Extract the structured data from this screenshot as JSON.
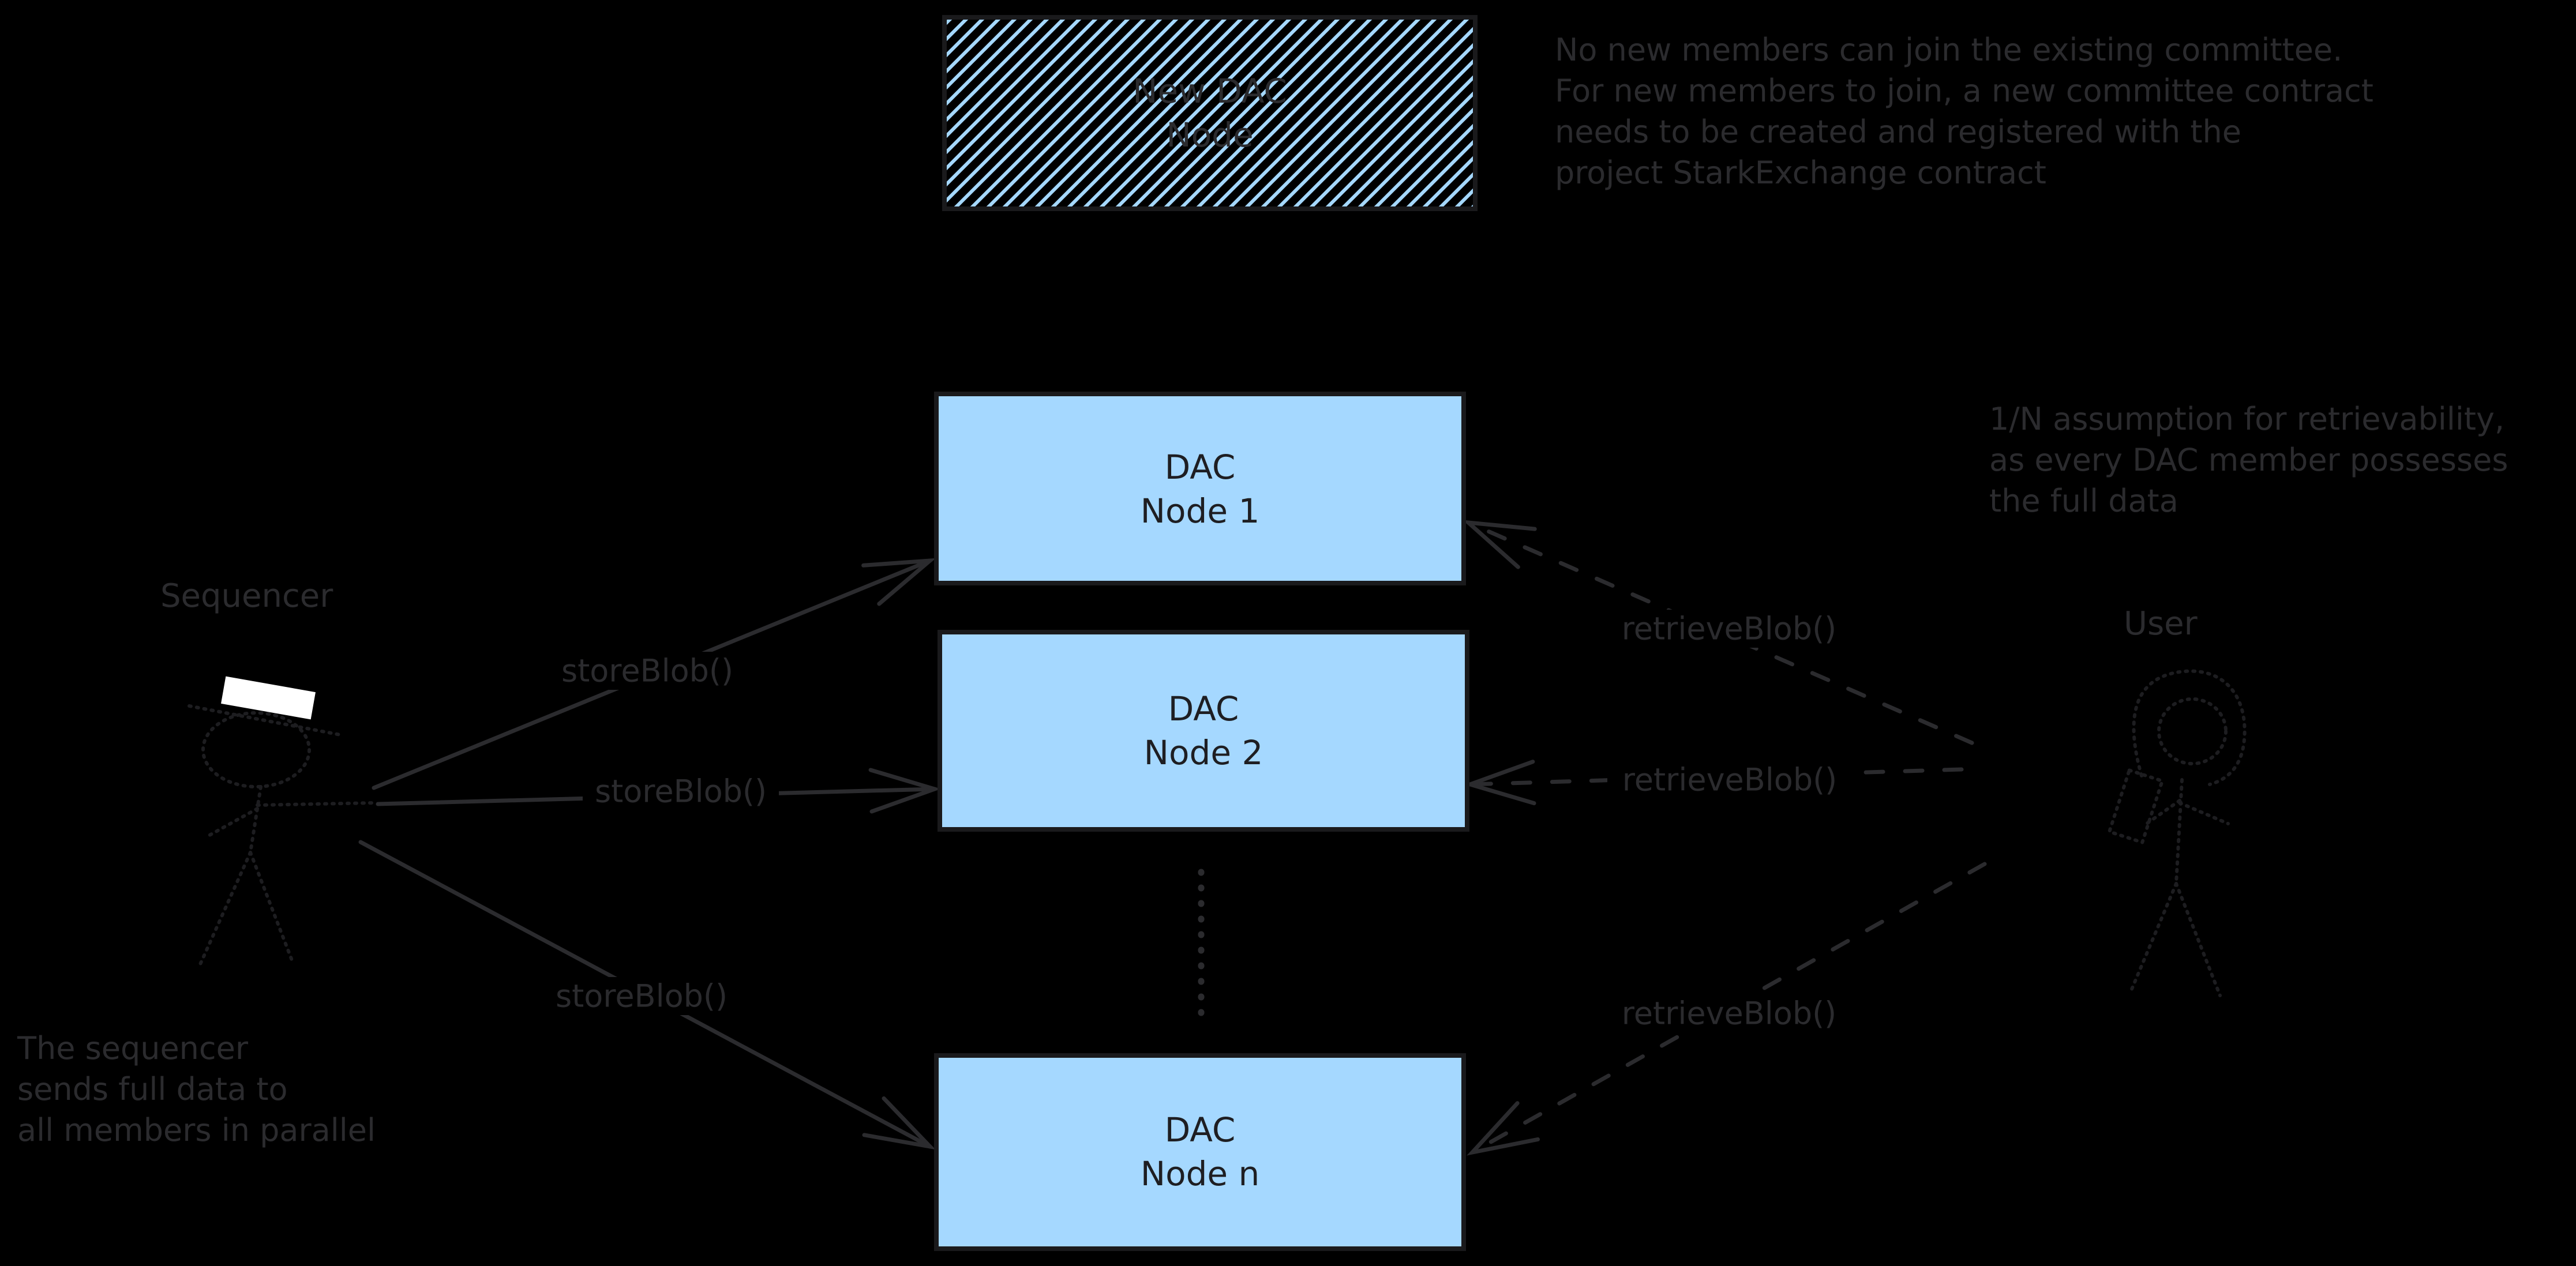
{
  "canvas": {
    "background": "#000000",
    "ink": "#2b2b2e",
    "node_fill": "#a5d8ff",
    "node_border": "#1a1a1c",
    "box_text": "#1e1e22",
    "figure_stroke": "#1d1d20",
    "hat_fill": "#ffffff"
  },
  "boxes": {
    "new_dac_node": {
      "line1": "New DAC",
      "line2": "Node"
    },
    "dac_node_1": {
      "line1": "DAC",
      "line2": "Node 1"
    },
    "dac_node_2": {
      "line1": "DAC",
      "line2": "Node 2"
    },
    "dac_node_n": {
      "line1": "DAC",
      "line2": "Node n"
    }
  },
  "actors": {
    "sequencer": {
      "label": "Sequencer"
    },
    "user": {
      "label": "User"
    }
  },
  "edges": {
    "store_blob_1": {
      "label": "storeBlob()"
    },
    "store_blob_2": {
      "label": "storeBlob()"
    },
    "store_blob_3": {
      "label": "storeBlob()"
    },
    "retrieve_blob_1": {
      "label": "retrieveBlob()"
    },
    "retrieve_blob_2": {
      "label": "retrieveBlob()"
    },
    "retrieve_blob_3": {
      "label": "retrieveBlob()"
    }
  },
  "notes": {
    "committee": {
      "lines": [
        "No new members can join the existing committee.",
        "For new members to join, a new committee contract",
        "needs to be created and registered with the",
        "project StarkExchange contract"
      ]
    },
    "retrievability": {
      "lines": [
        "1/N assumption for retrievability,",
        "as every DAC member possesses",
        "the full data"
      ]
    },
    "parallel": {
      "lines": [
        "The sequencer",
        "sends full data to",
        "all members in parallel"
      ]
    }
  }
}
